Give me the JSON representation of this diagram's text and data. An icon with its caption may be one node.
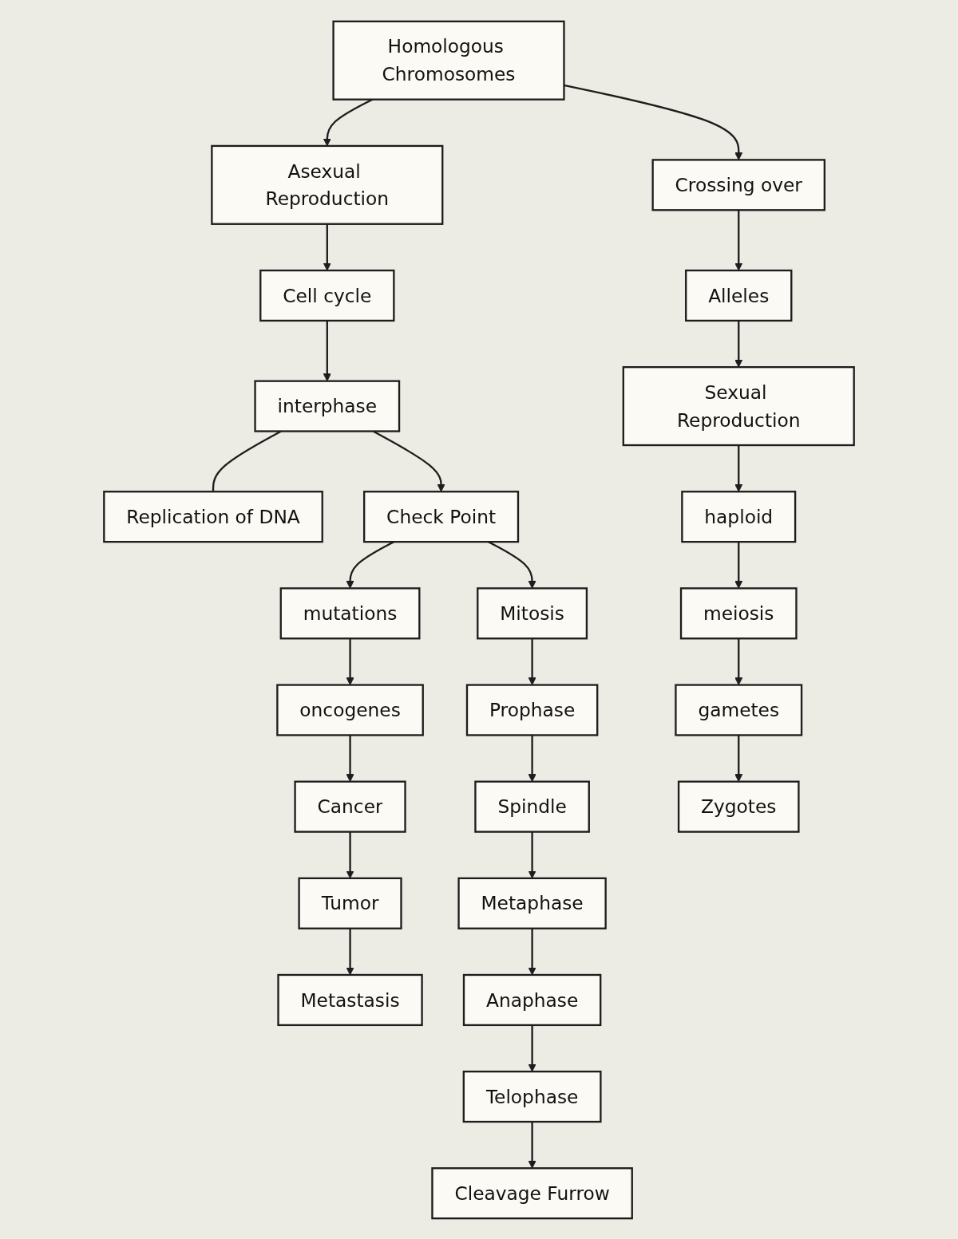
{
  "diagram": {
    "nodes": [
      {
        "text": [
          "Asexual Reproduction"
        ]
      },
      {
        "text": [
          "Homologous Chromosomes"
        ]
      },
      {
        "text": [
          "Crossing over"
        ]
      },
      {
        "text": [
          "Cell cycle"
        ]
      },
      {
        "text": [
          "Alleles"
        ]
      },
      {
        "text": [
          "Sexual Reproduction"
        ]
      },
      {
        "text": [
          "interphase"
        ]
      },
      {
        "text": [
          "Replication of DNA"
        ]
      },
      {
        "text": [
          "haploid"
        ]
      },
      {
        "text": [
          "Check Point"
        ]
      },
      {
        "text": [
          "mutations"
        ]
      },
      {
        "text": [
          "Mitosis"
        ]
      },
      {
        "text": [
          "oncogenes"
        ]
      },
      {
        "text": [
          "meiosis"
        ]
      },
      {
        "text": [
          "Cancer"
        ]
      },
      {
        "text": [
          "gametes"
        ]
      },
      {
        "text": [
          "Prophase"
        ]
      },
      {
        "text": [
          "Spindle"
        ]
      },
      {
        "text": [
          "Tumor"
        ]
      },
      {
        "text": [
          "Zygotes"
        ]
      },
      {
        "text": [
          "Metaphase"
        ]
      },
      {
        "text": [
          "Metastasis"
        ]
      },
      {
        "text": [
          "Anaphase"
        ]
      },
      {
        "text": [
          "Telophase"
        ]
      },
      {
        "text": [
          "Cleavage Furrow"
        ]
      }
    ],
    "edges": [
      {
        "from": 1,
        "to": 0,
        "arrow": "to"
      },
      {
        "from": 1,
        "to": 2,
        "arrow": "to"
      },
      {
        "from": 0,
        "to": 3,
        "arrow": "to"
      },
      {
        "from": 2,
        "to": 4,
        "arrow": "to"
      },
      {
        "from": 3,
        "to": 6,
        "arrow": "to"
      },
      {
        "from": 4,
        "to": 5,
        "arrow": "to"
      },
      {
        "from": 6,
        "to": 7,
        "arrow": "none"
      },
      {
        "from": 5,
        "to": 8,
        "arrow": "to"
      },
      {
        "from": 6,
        "to": 9,
        "arrow": "to"
      },
      {
        "from": 9,
        "to": 10,
        "arrow": "to"
      },
      {
        "from": 9,
        "to": 11,
        "arrow": "to"
      },
      {
        "from": 8,
        "to": 13,
        "arrow": "to"
      },
      {
        "from": 10,
        "to": 12,
        "arrow": "to"
      },
      {
        "from": 12,
        "to": 14,
        "arrow": "to"
      },
      {
        "from": 13,
        "to": 15,
        "arrow": "to"
      },
      {
        "from": 11,
        "to": 16,
        "arrow": "to"
      },
      {
        "from": 16,
        "to": 17,
        "arrow": "to"
      },
      {
        "from": 14,
        "to": 18,
        "arrow": "to"
      },
      {
        "from": 15,
        "to": 19,
        "arrow": "to"
      },
      {
        "from": 17,
        "to": 20,
        "arrow": "to"
      },
      {
        "from": 18,
        "to": 21,
        "arrow": "to"
      },
      {
        "from": 20,
        "to": 22,
        "arrow": "to"
      },
      {
        "from": 22,
        "to": 23,
        "arrow": "to"
      },
      {
        "from": 23,
        "to": 24,
        "arrow": "to"
      }
    ]
  }
}
